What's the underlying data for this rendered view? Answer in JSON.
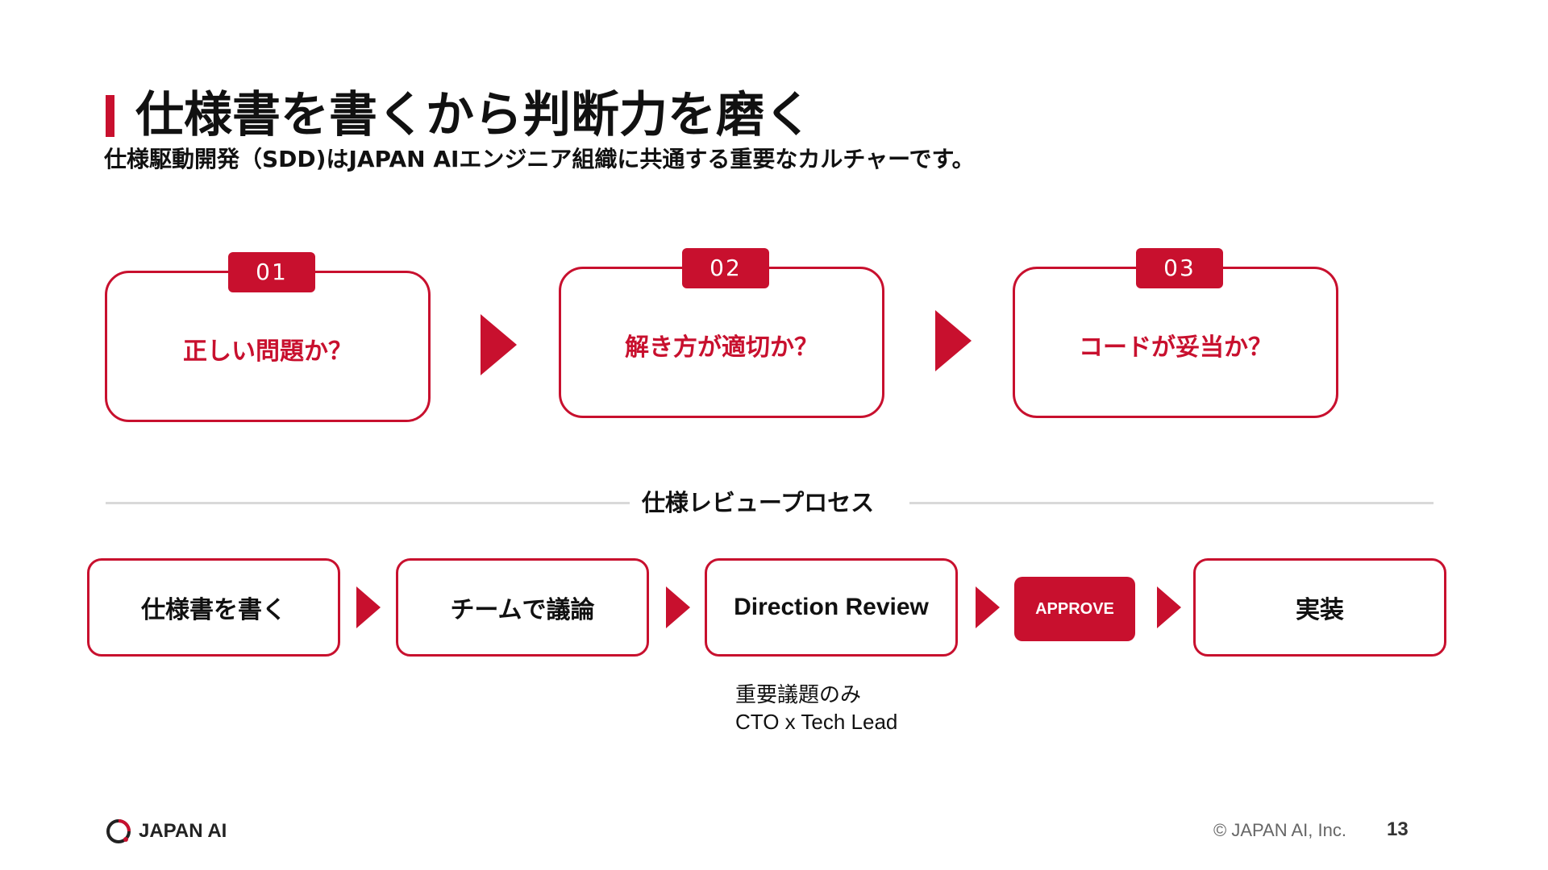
{
  "header": {
    "title": "仕様書を書くから判断力を磨く",
    "subtitle": "仕様駆動開発（SDD)はJAPAN AIエンジニア組織に共通する重要なカルチャーです。"
  },
  "steps": [
    {
      "number": "01",
      "question": "正しい問題か？"
    },
    {
      "number": "02",
      "question": "解き方が適切か？"
    },
    {
      "number": "03",
      "question": "コードが妥当か？"
    }
  ],
  "review_section": {
    "label": "仕様レビュープロセス",
    "process": [
      {
        "label": "仕様書を書く"
      },
      {
        "label": "チームで議論"
      },
      {
        "label": "Direction Review"
      },
      {
        "label": "APPROVE"
      },
      {
        "label": "実装"
      }
    ],
    "note_line1": "重要議題のみ",
    "note_line2": "CTO x Tech Lead"
  },
  "footer": {
    "logo_text": "JAPAN AI",
    "copyright": "© JAPAN AI, Inc.",
    "page_number": "13"
  },
  "colors": {
    "accent": "#c8102e",
    "divider": "#d9d9d9",
    "text": "#111111"
  },
  "icons": {
    "logo": "japan-ai-ring-logo",
    "arrow": "triangle-right"
  }
}
